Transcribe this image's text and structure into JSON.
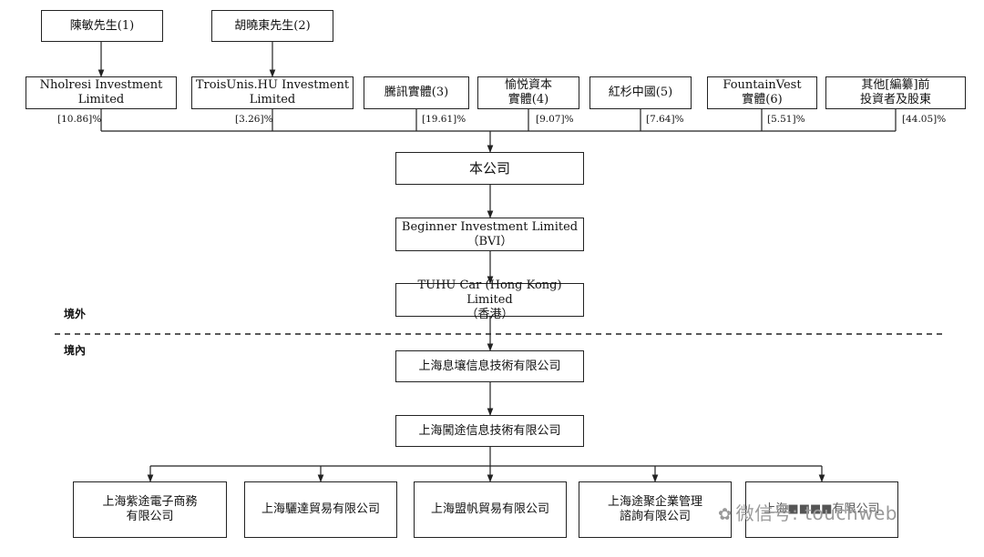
{
  "individuals": {
    "chen_min": "陳敏先生(1)",
    "hu_xiaodong": "胡曉東先生(2)"
  },
  "shareholders": [
    {
      "label": "Nholresi Investment\nLimited",
      "pct": "[10.86]%"
    },
    {
      "label": "TroisUnis.HU Investment\nLimited",
      "pct": "[3.26]%"
    },
    {
      "label": "騰訊實體(3)",
      "pct": "[19.61]%"
    },
    {
      "label": "愉悦資本\n實體(4)",
      "pct": "[9.07]%"
    },
    {
      "label": "紅杉中國(5)",
      "pct": "[7.64]%"
    },
    {
      "label": "FountainVest\n實體(6)",
      "pct": "[5.51]%"
    },
    {
      "label": "其他[編纂]前\n投資者及股東",
      "pct": "[44.05]%"
    }
  ],
  "company": "本公司",
  "bvi": "Beginner Investment Limited\n（BVI）",
  "hk": "TUHU Car (Hong Kong) Limited\n（香港）",
  "regions": {
    "offshore": "境外",
    "onshore": "境內"
  },
  "sh_xirang": "上海息壤信息技術有限公司",
  "sh_chuantu": "上海闖途信息技術有限公司",
  "subsidiaries": [
    "上海紫途電子商務\n有限公司",
    "上海驪達貿易有限公司",
    "上海盟帆貿易有限公司",
    "上海途聚企業管理\n諮詢有限公司",
    "上海■■■■有限公司"
  ],
  "watermark": "微信号: touchweb"
}
